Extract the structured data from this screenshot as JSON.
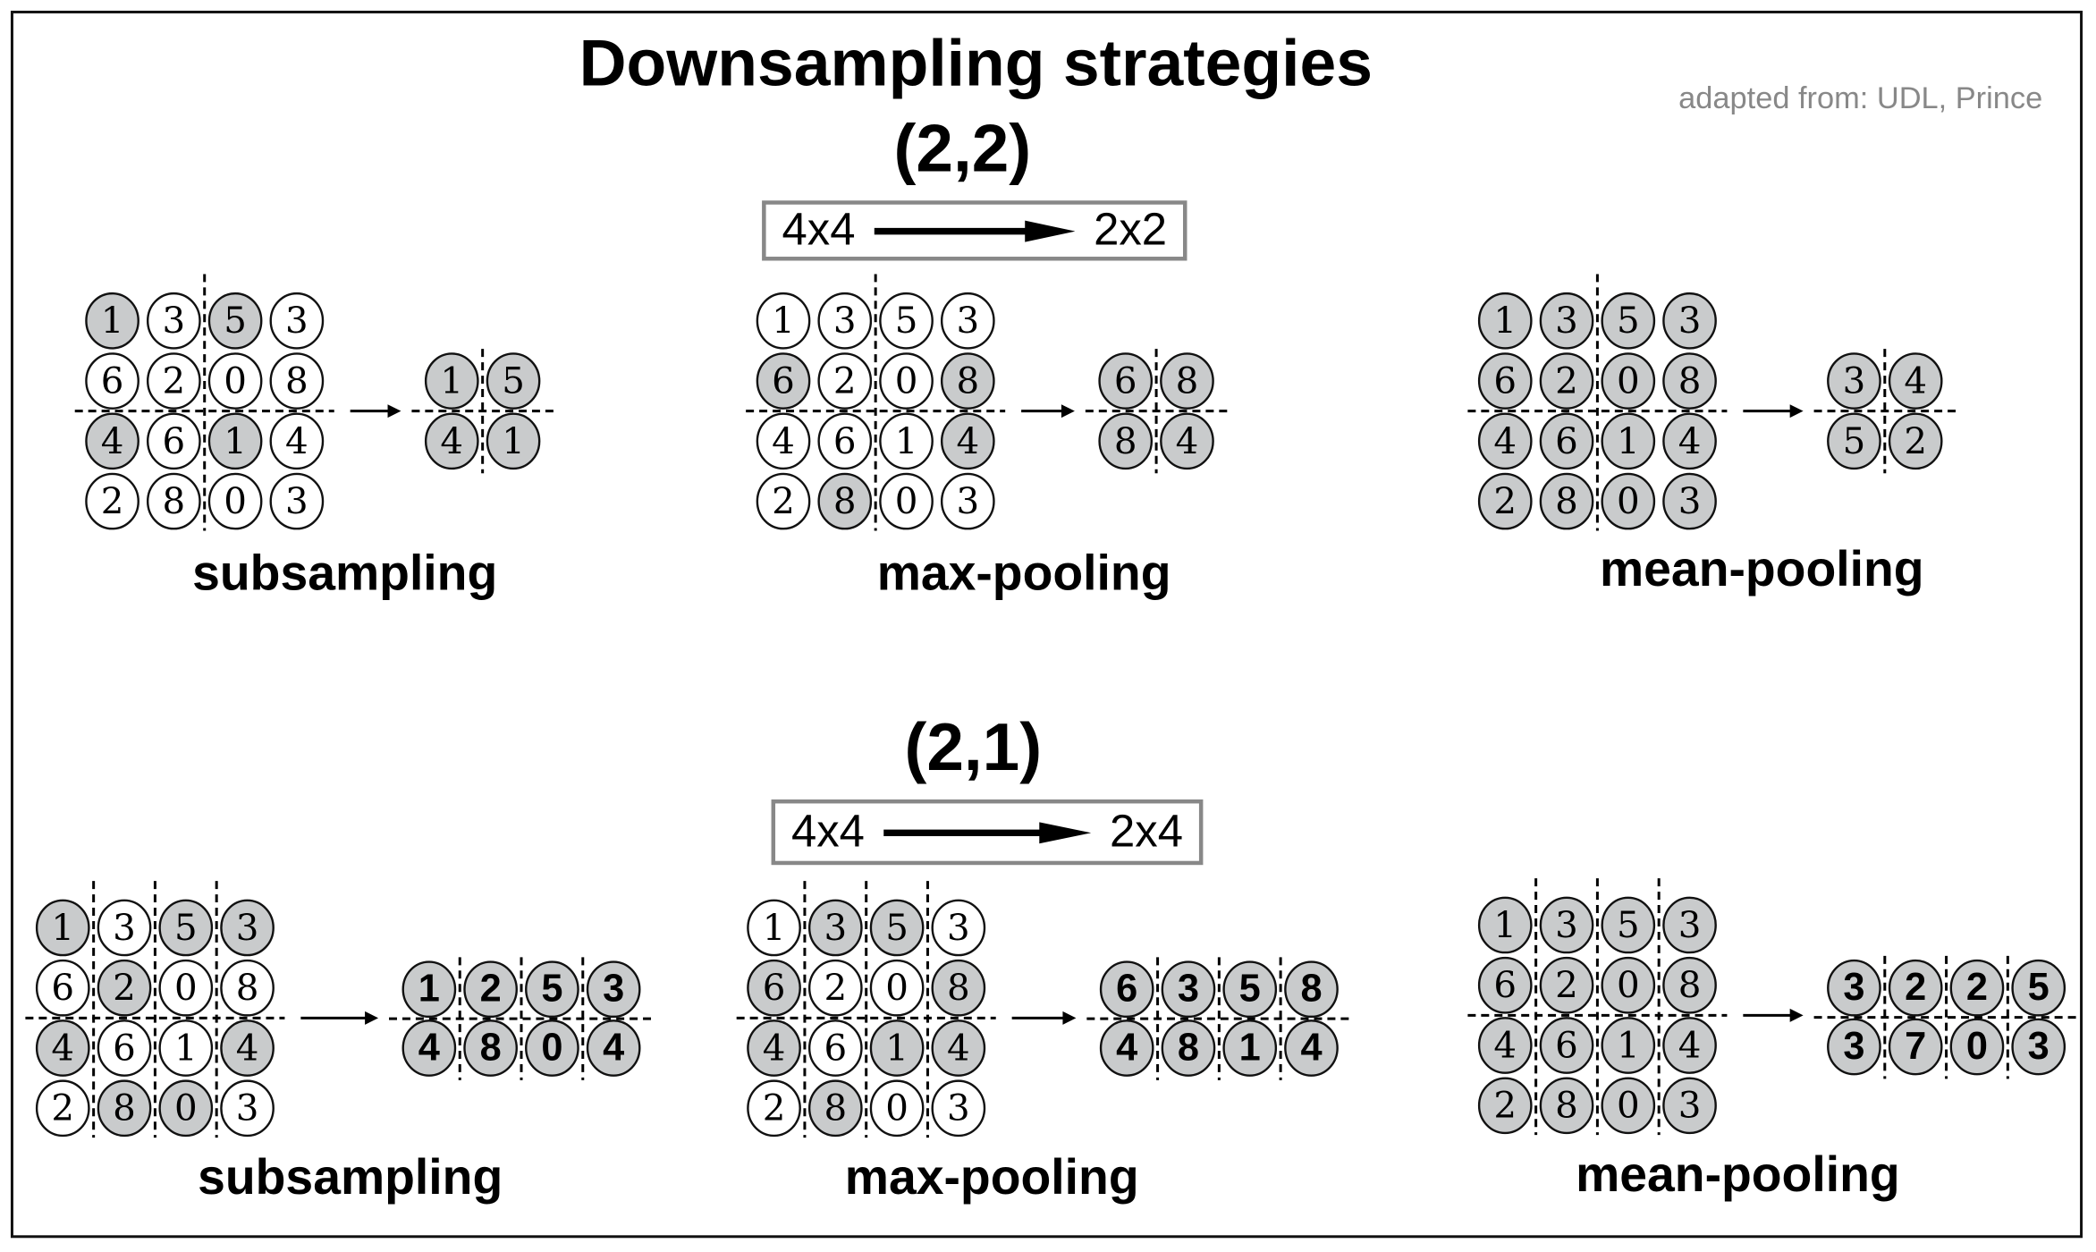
{
  "title": "Downsampling strategies",
  "credit": "adapted from: UDL, Prince",
  "colors": {
    "shaded": "#c9cbcc",
    "unshaded": "#ffffff",
    "stroke": "#111111",
    "box_border": "#888888"
  },
  "input_grid": [
    [
      "1",
      "3",
      "5",
      "3"
    ],
    [
      "6",
      "2",
      "0",
      "8"
    ],
    [
      "4",
      "6",
      "1",
      "4"
    ],
    [
      "2",
      "8",
      "0",
      "3"
    ]
  ],
  "sections": [
    {
      "stride": "(2,2)",
      "shape_from": "4x4",
      "shape_to": "2x2",
      "panels": [
        {
          "label": "subsampling",
          "shaded": [
            [
              1,
              0,
              1,
              0
            ],
            [
              0,
              0,
              0,
              0
            ],
            [
              1,
              0,
              1,
              0
            ],
            [
              0,
              0,
              0,
              0
            ]
          ],
          "output": [
            [
              "1",
              "5"
            ],
            [
              "4",
              "1"
            ]
          ]
        },
        {
          "label": "max-pooling",
          "shaded": [
            [
              0,
              0,
              0,
              0
            ],
            [
              1,
              0,
              0,
              1
            ],
            [
              0,
              0,
              0,
              1
            ],
            [
              0,
              1,
              0,
              0
            ]
          ],
          "output": [
            [
              "6",
              "8"
            ],
            [
              "8",
              "4"
            ]
          ]
        },
        {
          "label": "mean-pooling",
          "shaded": [
            [
              1,
              1,
              1,
              1
            ],
            [
              1,
              1,
              1,
              1
            ],
            [
              1,
              1,
              1,
              1
            ],
            [
              1,
              1,
              1,
              1
            ]
          ],
          "output": [
            [
              "3",
              "4"
            ],
            [
              "5",
              "2"
            ]
          ]
        }
      ]
    },
    {
      "stride": "(2,1)",
      "shape_from": "4x4",
      "shape_to": "2x4",
      "panels": [
        {
          "label": "subsampling",
          "shaded": [
            [
              1,
              0,
              1,
              1
            ],
            [
              0,
              1,
              0,
              0
            ],
            [
              1,
              0,
              0,
              1
            ],
            [
              0,
              1,
              1,
              0
            ]
          ],
          "output": [
            [
              "1",
              "2",
              "5",
              "3"
            ],
            [
              "4",
              "8",
              "0",
              "4"
            ]
          ]
        },
        {
          "label": "max-pooling",
          "shaded": [
            [
              0,
              1,
              1,
              0
            ],
            [
              1,
              0,
              0,
              1
            ],
            [
              1,
              0,
              1,
              1
            ],
            [
              0,
              1,
              0,
              0
            ]
          ],
          "output": [
            [
              "6",
              "3",
              "5",
              "8"
            ],
            [
              "4",
              "8",
              "1",
              "4"
            ]
          ]
        },
        {
          "label": "mean-pooling",
          "shaded": [
            [
              1,
              1,
              1,
              1
            ],
            [
              1,
              1,
              1,
              1
            ],
            [
              1,
              1,
              1,
              1
            ],
            [
              1,
              1,
              1,
              1
            ]
          ],
          "output": [
            [
              "3",
              "2",
              "2",
              "5"
            ],
            [
              "3",
              "7",
              "0",
              "3"
            ]
          ]
        }
      ]
    }
  ]
}
